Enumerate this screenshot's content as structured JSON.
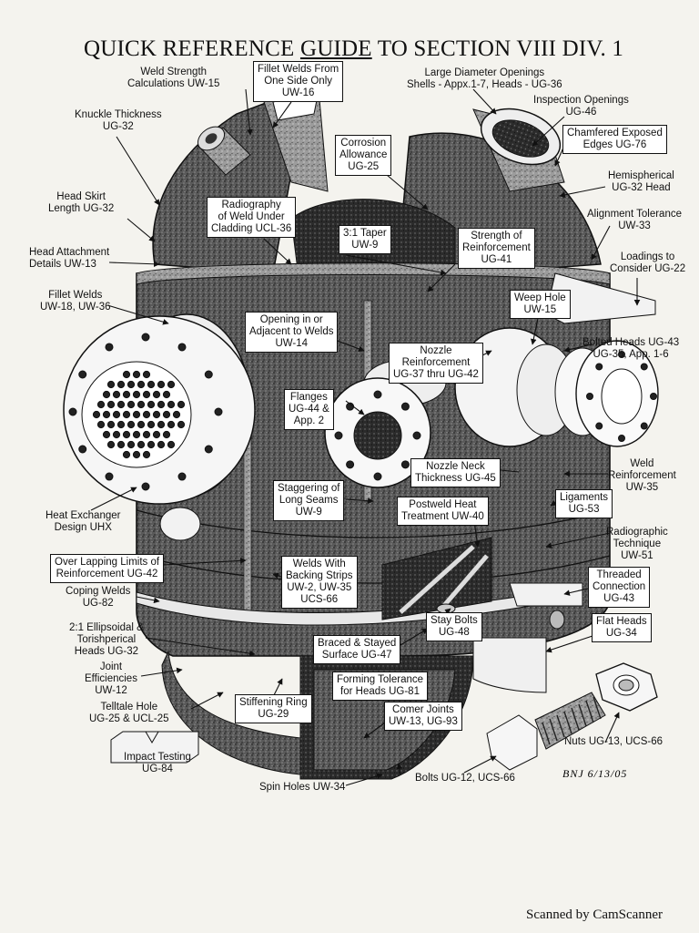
{
  "title": {
    "part1": "QUICK REFERENCE ",
    "part2": "GUIDE",
    "part3": " TO SECTION VIII DIV. 1"
  },
  "labels": {
    "weld_strength": "Weld Strength\nCalculations UW-15",
    "fillet_one_side": "Fillet Welds From\nOne Side Only\nUW-16",
    "large_openings": "Large Diameter Openings\nShells - Appx.1-7, Heads - UG-36",
    "inspection_openings": "Inspection Openings\nUG-46",
    "knuckle": "Knuckle Thickness\nUG-32",
    "corrosion": "Corrosion\nAllowance\nUG-25",
    "chamfered": "Chamfered Exposed\nEdges UG-76",
    "hemispherical": "Hemispherical\nUG-32 Head",
    "head_skirt": "Head Skirt\nLength UG-32",
    "radiography_cladding": "Radiography\nof Weld Under\nCladding UCL-36",
    "alignment": "Alignment Tolerance\nUW-33",
    "taper": "3:1 Taper\nUW-9",
    "strength_reinf": "Strength of\nReinforcement\nUG-41",
    "head_attach": "Head Attachment\nDetails UW-13",
    "loadings": "Loadings to\nConsider UG-22",
    "fillet_welds": "Fillet Welds\nUW-18, UW-36",
    "weep_hole": "Weep Hole\nUW-15",
    "opening_adjacent": "Opening in or\nAdjacent to Welds\nUW-14",
    "bolted_heads": "Bolted Heads UG-43\nUG-35, App. 1-6",
    "nozzle_reinf": "Nozzle\nReinforcement\nUG-37 thru UG-42",
    "flanges": "Flanges\nUG-44 &\nApp. 2",
    "nozzle_neck": "Nozzle Neck\nThickness UG-45",
    "weld_reinf": "Weld\nReinforcement\nUW-35",
    "heat_exchanger": "Heat Exchanger\nDesign UHX",
    "staggering": "Staggering of\nLong Seams\nUW-9",
    "pwht": "Postweld Heat\nTreatment UW-40",
    "ligaments": "Ligaments\nUG-53",
    "radiographic_tech": "Radiographic\nTechnique\nUW-51",
    "overlapping": "Over Lapping Limits of\nReinforcement UG-42",
    "backing_strips": "Welds With\nBacking Strips\nUW-2, UW-35\nUCS-66",
    "threaded": "Threaded\nConnection\nUG-43",
    "coping": "Coping Welds\nUG-82",
    "ellipsoidal": "2:1 Ellipsoidal &\nTorishperical\nHeads UG-32",
    "stay_bolts": "Stay Bolts\nUG-48",
    "flat_heads": "Flat Heads\nUG-34",
    "braced": "Braced & Stayed\nSurface UG-47",
    "joint_eff": "Joint\nEfficiencies\nUW-12",
    "forming": "Forming Tolerance\nfor Heads UG-81",
    "telltale": "Telltale Hole\nUG-25 & UCL-25",
    "stiffening": "Stiffening Ring\nUG-29",
    "corner_joints": "Comer Joints\nUW-13, UG-93",
    "nuts": "Nuts UG-13, UCS-66",
    "impact": "Impact Testing\nUG-84",
    "bolts": "Bolts UG-12, UCS-66",
    "spin_holes": "Spin Holes UW-34"
  },
  "signature": "BNJ 6/13/05",
  "scanner_note": "Scanned by CamScanner"
}
